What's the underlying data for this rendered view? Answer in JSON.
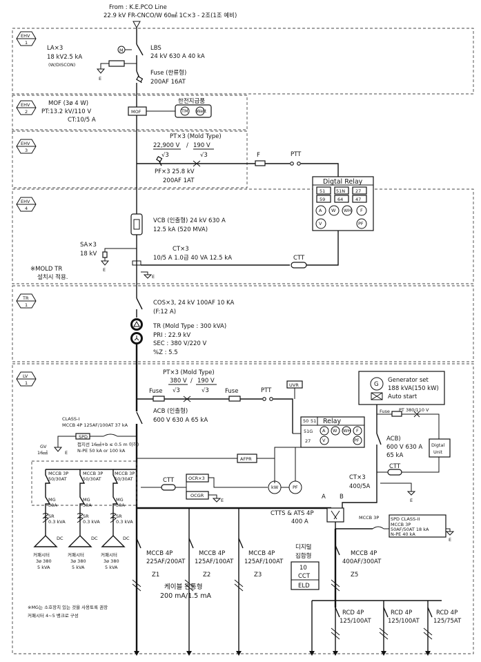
{
  "source": {
    "line1": "From : K.E.PCO Line",
    "line2": "22.9 kV FR-CNCO/W 60㎟ 1C×3 - 2조(1조 예비)"
  },
  "sections": {
    "ehv1": "EHV",
    "ehv1_num": "1",
    "ehv2": "EHV",
    "ehv2_num": "2",
    "ehv3": "EHV",
    "ehv3_num": "3",
    "ehv4": "EHV",
    "ehv4_num": "4",
    "tr1": "TR",
    "tr1_num": "1",
    "lv1": "LV",
    "lv1_num": "1"
  },
  "ehv1": {
    "la": "LA×3",
    "la_spec": "18 kV2.5 kA",
    "la_note": "(W/DISCON)",
    "e": "E",
    "m": "M",
    "lbs": "LBS",
    "lbs_spec": "24 kV 630 A 40 kA",
    "fuse": "Fuse (한류형)",
    "fuse_spec": "200AF 16AT"
  },
  "ehv2": {
    "mof": "MOF (3ø 4 W)",
    "pt": "PT:13.2 kV/110 V",
    "ct": "CT:10/5 A",
    "mof_box": "MOF",
    "kepco": "한전지급품",
    "meter1": "TM",
    "meter2": "Watt"
  },
  "ehv3": {
    "pt": "PT×3 (Mold Type)",
    "pt_num1": "22,900 V",
    "pt_den1": "√3",
    "pt_num2": "190 V",
    "pt_den2": "√3",
    "pf": "PF×3 25.8 kV",
    "pf_spec": "200AF 1AT",
    "f": "F",
    "ptt": "PTT"
  },
  "relay": {
    "title": "Digtal Relay",
    "r1": [
      "51",
      "51N",
      "27"
    ],
    "r2": [
      "59",
      "64",
      "47"
    ],
    "m1": [
      "A",
      "W",
      "WH",
      "F"
    ],
    "m2": [
      "V",
      "PF"
    ]
  },
  "ehv4": {
    "vcb": "VCB (인출형) 24 kV 630 A",
    "vcb_spec": "12.5 kA (520 MVA)",
    "sa": "SA×3",
    "sa_spec": "18 kV",
    "e": "E",
    "ct": "CT×3",
    "ct_spec": "10/5 A 1.0급 40 VA 12.5 kA",
    "ctt": "CTT",
    "note1": "※MOLD TR",
    "note2": "설치시 적용."
  },
  "tr": {
    "cos": "COS×3, 24 kV 100AF 10 KA",
    "cos_spec": "(F:12 A)",
    "tr": "TR (Mold Type : 300 kVA)",
    "pri": "PRI : 22.9 kV",
    "sec": "SEC : 380 V/220 V",
    "z": "%Z : 5.5"
  },
  "lv": {
    "pt": "PT×3 (Mold Type)",
    "pt_num1": "380 V",
    "pt_den1": "√3",
    "pt_num2": "190 V",
    "pt_den2": "√3",
    "fuse1": "Fuse",
    "fuse2": "Fuse",
    "ptt": "PTT",
    "uvr": "UVR",
    "acb": "ACB (인출형)",
    "acb_spec": "600 V 630 A 65 kA",
    "spd1": "CLASS-I",
    "spd2": "MCCB 4P 125AF/100AT 37 kA",
    "spd_box": "SPD",
    "spd_note1": "접지선 16㎟+b ≤ 0.5 m 이하)",
    "spd_note2": "N-PE 50 kA or 100 kA",
    "gv": "GV",
    "gv2": "16㎟",
    "e": "E",
    "afpr": "AFPR",
    "ctt": "CTT",
    "ocr": "OCR×3",
    "ocgr": "OCGR",
    "kw": "kW",
    "pf": "PF",
    "relay": "Relay",
    "relay_r1": [
      "50",
      "51"
    ],
    "relay_r2": "51G",
    "relay_r3": "27",
    "relay_m1": [
      "A",
      "W",
      "WH",
      "F"
    ],
    "relay_m2": [
      "V",
      "PF"
    ]
  },
  "caps": [
    {
      "mccb": "MCCB 3P",
      "mccb2": "50/30AT",
      "mg": "MG",
      "mg2": "30A",
      "sr": "SR",
      "sr2": "0.3 kVA",
      "dc": "DC",
      "c1": "커패시터",
      "c2": "3ø 380",
      "c3": "5 kVA"
    },
    {
      "mccb": "MCCB 3P",
      "mccb2": "50/30AT",
      "mg": "MG",
      "mg2": "30A",
      "sr": "SR",
      "sr2": "0.3 kVA",
      "dc": "DC",
      "c1": "커패시터",
      "c2": "3ø 380",
      "c3": "5 kVA"
    },
    {
      "mccb": "MCCB 3P",
      "mccb2": "50/30AT",
      "mg": "MG",
      "mg2": "30A",
      "sr": "SR",
      "sr2": "0.3 kVA",
      "dc": "DC",
      "c1": "커패시터",
      "c2": "3ø 380",
      "c3": "5 kVA"
    }
  ],
  "gen": {
    "g": "G",
    "title": "Generator set",
    "spec": "188 kVA(150 kW)",
    "auto": "Auto start",
    "fuse": "Fuse",
    "pt": "PT 380/110 V",
    "acb": "ACB)",
    "acb_spec1": "600 V 630 A",
    "acb_spec2": "65 kA",
    "unit1": "Digtal",
    "unit2": "Unit",
    "ctt": "CTT",
    "ct": "CT×3",
    "ct_spec": "400/5A",
    "e": "E"
  },
  "ats": {
    "a": "A",
    "b": "B",
    "title": "CTTS & ATS 4P",
    "spec": "400 A",
    "mccb": "MCCB 3P",
    "spd1": "SPD CLASS-II",
    "spd2": "MCCB 3P",
    "spd3": "50AF/50AT 18 kA",
    "spd4": "N-PE 40 kA",
    "e": "E"
  },
  "feeders": [
    {
      "mccb": "MCCB 4P",
      "rating": "225AF/200AT",
      "z": "Z1"
    },
    {
      "mccb": "MCCB 4P",
      "rating": "125AF/100AT",
      "z": "Z2"
    },
    {
      "mccb": "MCCB 4P",
      "rating": "125AF/100AT",
      "z": "Z3"
    },
    {
      "mccb": "MCCB 4P",
      "rating": "400AF/300AT",
      "z": "Z5"
    }
  ],
  "digital": {
    "t1": "디지털",
    "t2": "집합형",
    "n": "10",
    "cct": "CCT",
    "eld": "ELD"
  },
  "cable": {
    "t": "케이블 관통형",
    "spec": "200 mA/1.5 mA"
  },
  "rcds": [
    {
      "label": "RCD 4P",
      "rating": "125/100AT"
    },
    {
      "label": "RCD 4P",
      "rating": "125/100AT"
    },
    {
      "label": "RCD 4P",
      "rating": "125/75AT"
    }
  ],
  "notes": {
    "n1": "※MG는 소호장치 있는 것을 사용토록 권장",
    "n2": "커패시터 4~5 뱅크로 구성"
  }
}
